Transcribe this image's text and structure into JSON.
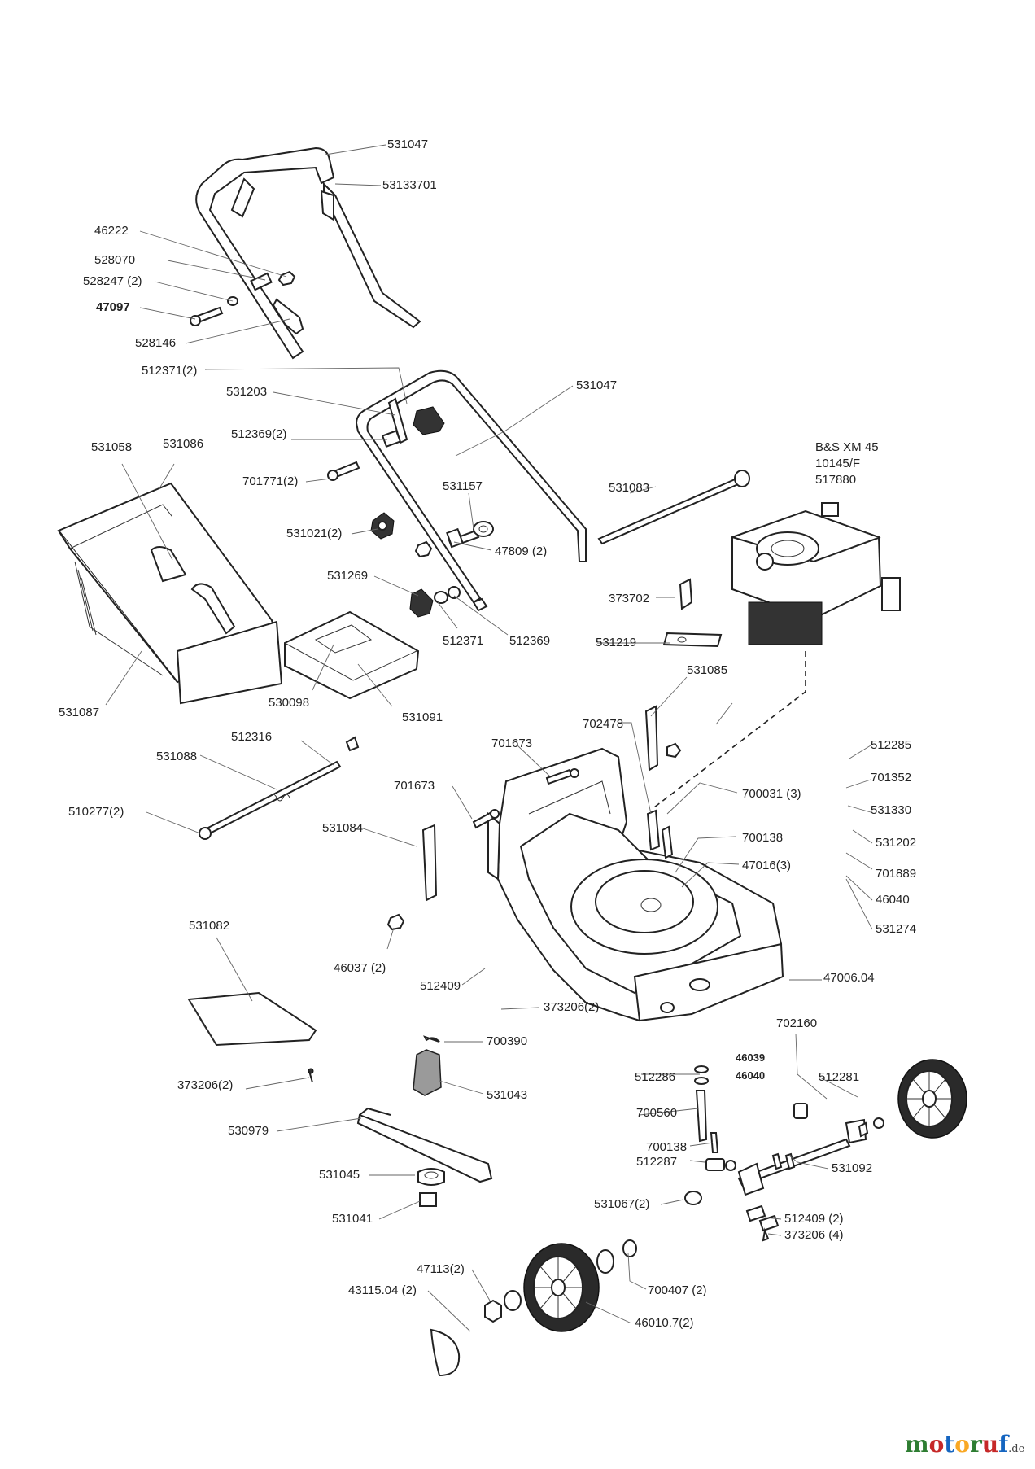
{
  "brand": {
    "letters": [
      {
        "ch": "m",
        "color": "#2e7d32"
      },
      {
        "ch": "o",
        "color": "#c62828"
      },
      {
        "ch": "t",
        "color": "#1565c0"
      },
      {
        "ch": "o",
        "color": "#f9a825"
      },
      {
        "ch": "r",
        "color": "#2e7d32"
      },
      {
        "ch": "u",
        "color": "#c62828"
      },
      {
        "ch": "f",
        "color": "#1565c0"
      }
    ],
    "suffix": ".de"
  },
  "labels": {
    "p531047_top": "531047",
    "p53133701": "53133701",
    "p46222": "46222",
    "p528070": "528070",
    "p528247": "528247 (2)",
    "p47097": "47097",
    "p528146": "528146",
    "p512371_2": "512371(2)",
    "p531203": "531203",
    "p531047_mid": "531047",
    "p512369_2": "512369(2)",
    "p531058": "531058",
    "p531086": "531086",
    "p701771": "701771(2)",
    "p531157": "531157",
    "p531083": "531083",
    "p531021": "531021(2)",
    "p47809": "47809 (2)",
    "p531269": "531269",
    "p373702": "373702",
    "p512371": "512371",
    "p512369": "512369",
    "p531219": "531219",
    "p530098": "530098",
    "p531091": "531091",
    "p531087": "531087",
    "p531085": "531085",
    "p702478": "702478",
    "p512316": "512316",
    "p531088": "531088",
    "p701673_a": "701673",
    "p512285": "512285",
    "p701352": "701352",
    "p701673_b": "701673",
    "p700031": "700031 (3)",
    "p510277": "510277(2)",
    "p531330": "531330",
    "p531084": "531084",
    "p700138_a": "700138",
    "p531202": "531202",
    "p47016": "47016(3)",
    "p701889": "701889",
    "p46040_a": "46040",
    "p531082": "531082",
    "p531274": "531274",
    "p46037": "46037 (2)",
    "p47006": "47006.04",
    "p512409_a": "512409",
    "p373206_a": "373206(2)",
    "p702160": "702160",
    "p700390": "700390",
    "p46039": "46039",
    "p373206_b": "373206(2)",
    "p512286": "512286",
    "p46040_b": "46040",
    "p512281": "512281",
    "p531043": "531043",
    "p700560": "700560",
    "p530979": "530979",
    "p700138_b": "700138",
    "p512287": "512287",
    "p531092": "531092",
    "p531045": "531045",
    "p531067": "531067(2)",
    "p512409_b": "512409 (2)",
    "p531041": "531041",
    "p373206_c": "373206 (4)",
    "p47113": "47113(2)",
    "p43115": "43115.04 (2)",
    "p700407": "700407 (2)",
    "p46010": "46010.7(2)"
  },
  "engine": {
    "model": "B&S XM 45",
    "type": "10145/F",
    "number": "517880"
  }
}
